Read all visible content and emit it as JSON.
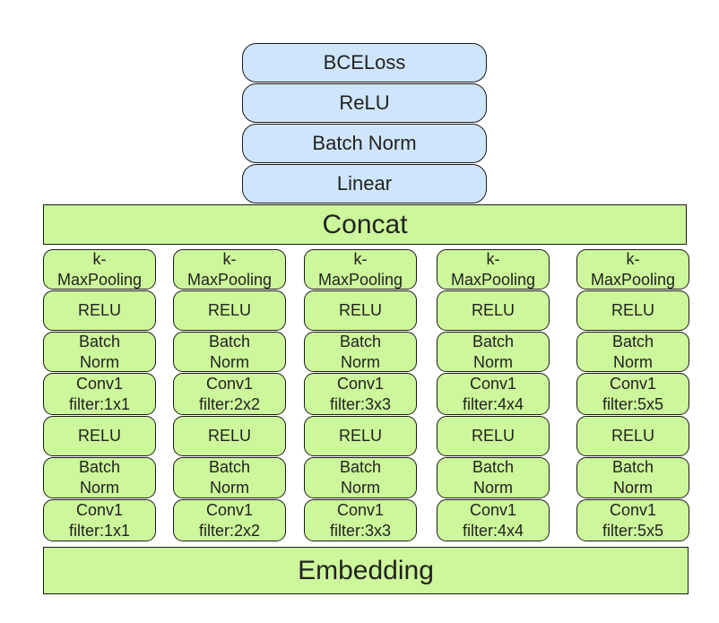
{
  "top_stack": [
    "BCELoss",
    "ReLU",
    "Batch Norm",
    "Linear"
  ],
  "concat_label": "Concat",
  "embedding_label": "Embedding",
  "branches": [
    {
      "layers": [
        "k-\nMaxPooling",
        "RELU",
        "Batch\nNorm",
        "Conv1\nfilter:1x1",
        "RELU",
        "Batch\nNorm",
        "Conv1\nfilter:1x1"
      ]
    },
    {
      "layers": [
        "k-\nMaxPooling",
        "RELU",
        "Batch\nNorm",
        "Conv1\nfilter:2x2",
        "RELU",
        "Batch\nNorm",
        "Conv1\nfilter:2x2"
      ]
    },
    {
      "layers": [
        "k-\nMaxPooling",
        "RELU",
        "Batch\nNorm",
        "Conv1\nfilter:3x3",
        "RELU",
        "Batch\nNorm",
        "Conv1\nfilter:3x3"
      ]
    },
    {
      "layers": [
        "k-\nMaxPooling",
        "RELU",
        "Batch\nNorm",
        "Conv1\nfilter:4x4",
        "RELU",
        "Batch\nNorm",
        "Conv1\nfilter:4x4"
      ]
    },
    {
      "layers": [
        "k-\nMaxPooling",
        "RELU",
        "Batch\nNorm",
        "Conv1\nfilter:5x5",
        "RELU",
        "Batch\nNorm",
        "Conv1\nfilter:5x5"
      ]
    }
  ],
  "colors": {
    "top_fill": "#cfe5fb",
    "green_fill": "#ccf79a",
    "border": "#1a1a1a"
  }
}
